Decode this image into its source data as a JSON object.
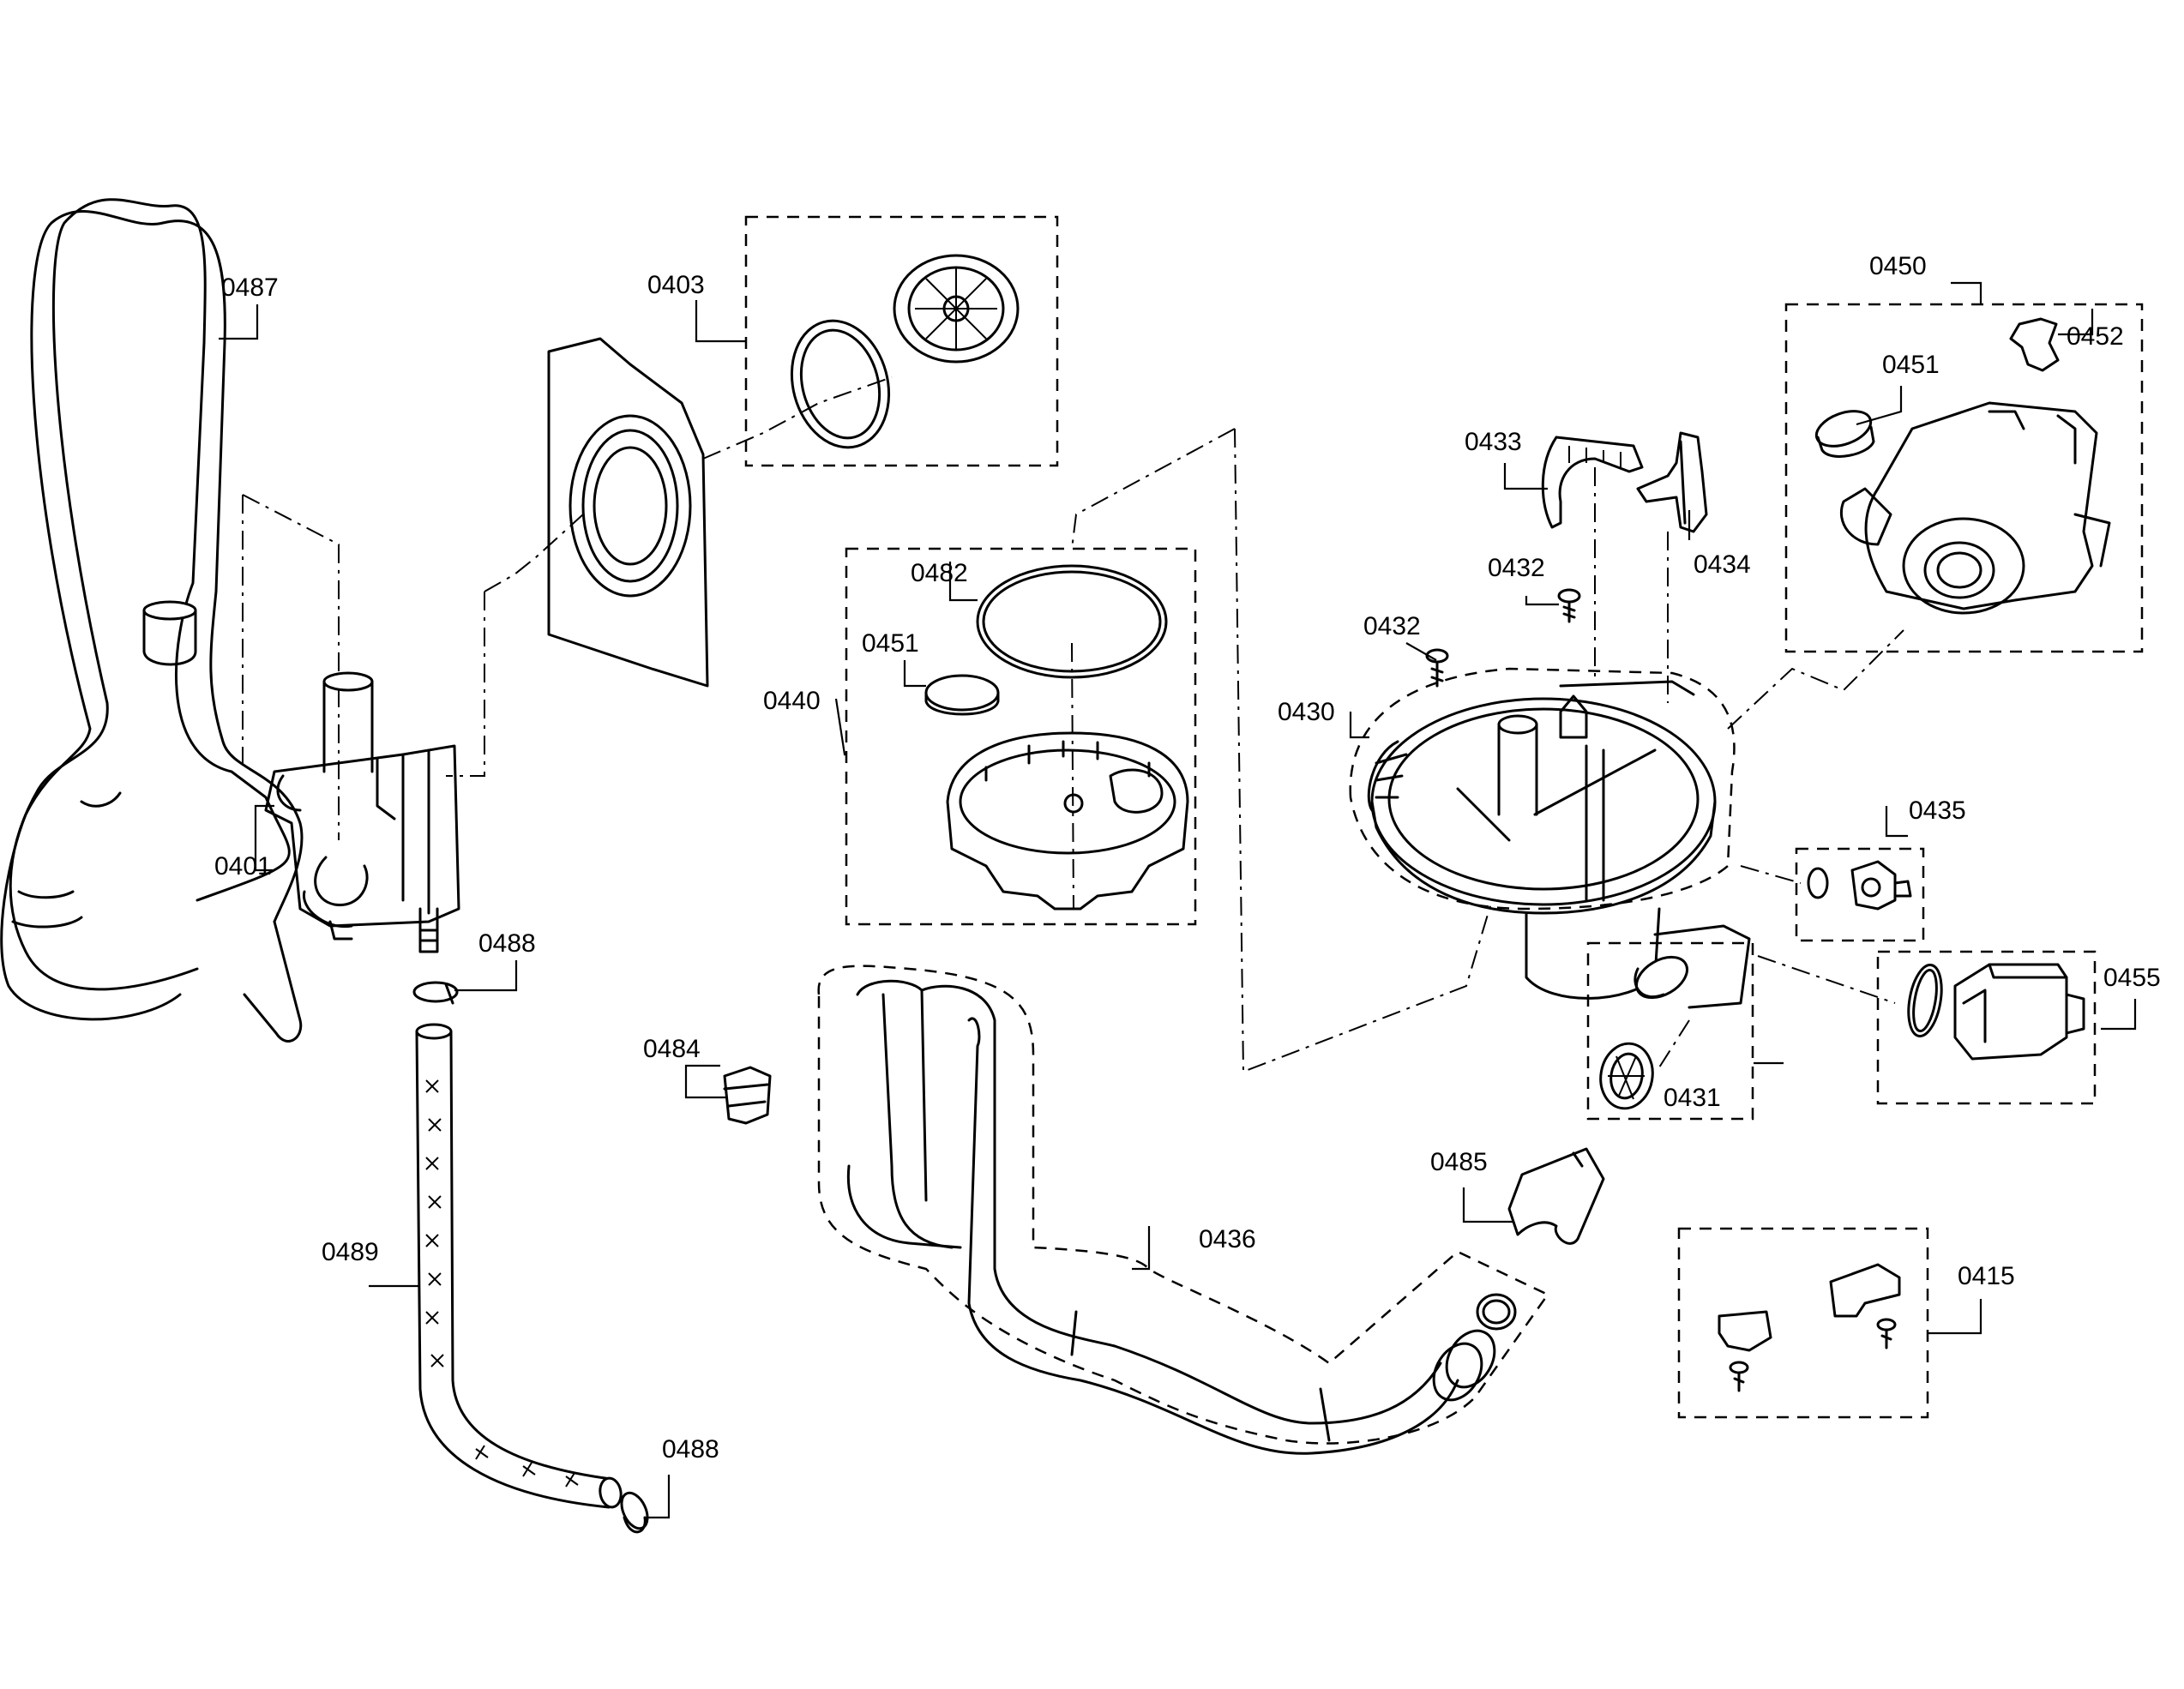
{
  "labels": {
    "p0401": "0401",
    "p0403": "0403",
    "p0415": "0415",
    "p0430": "0430",
    "p0431": "0431",
    "p0432a": "0432",
    "p0432b": "0432",
    "p0433": "0433",
    "p0434": "0434",
    "p0435": "0435",
    "p0436": "0436",
    "p0440": "0440",
    "p0450": "0450",
    "p0451a": "0451",
    "p0451b": "0451",
    "p0452": "0452",
    "p0455": "0455",
    "p0482": "0482",
    "p0484": "0484",
    "p0485": "0485",
    "p0487": "0487",
    "p0488a": "0488",
    "p0488b": "0488",
    "p0489": "0489"
  }
}
